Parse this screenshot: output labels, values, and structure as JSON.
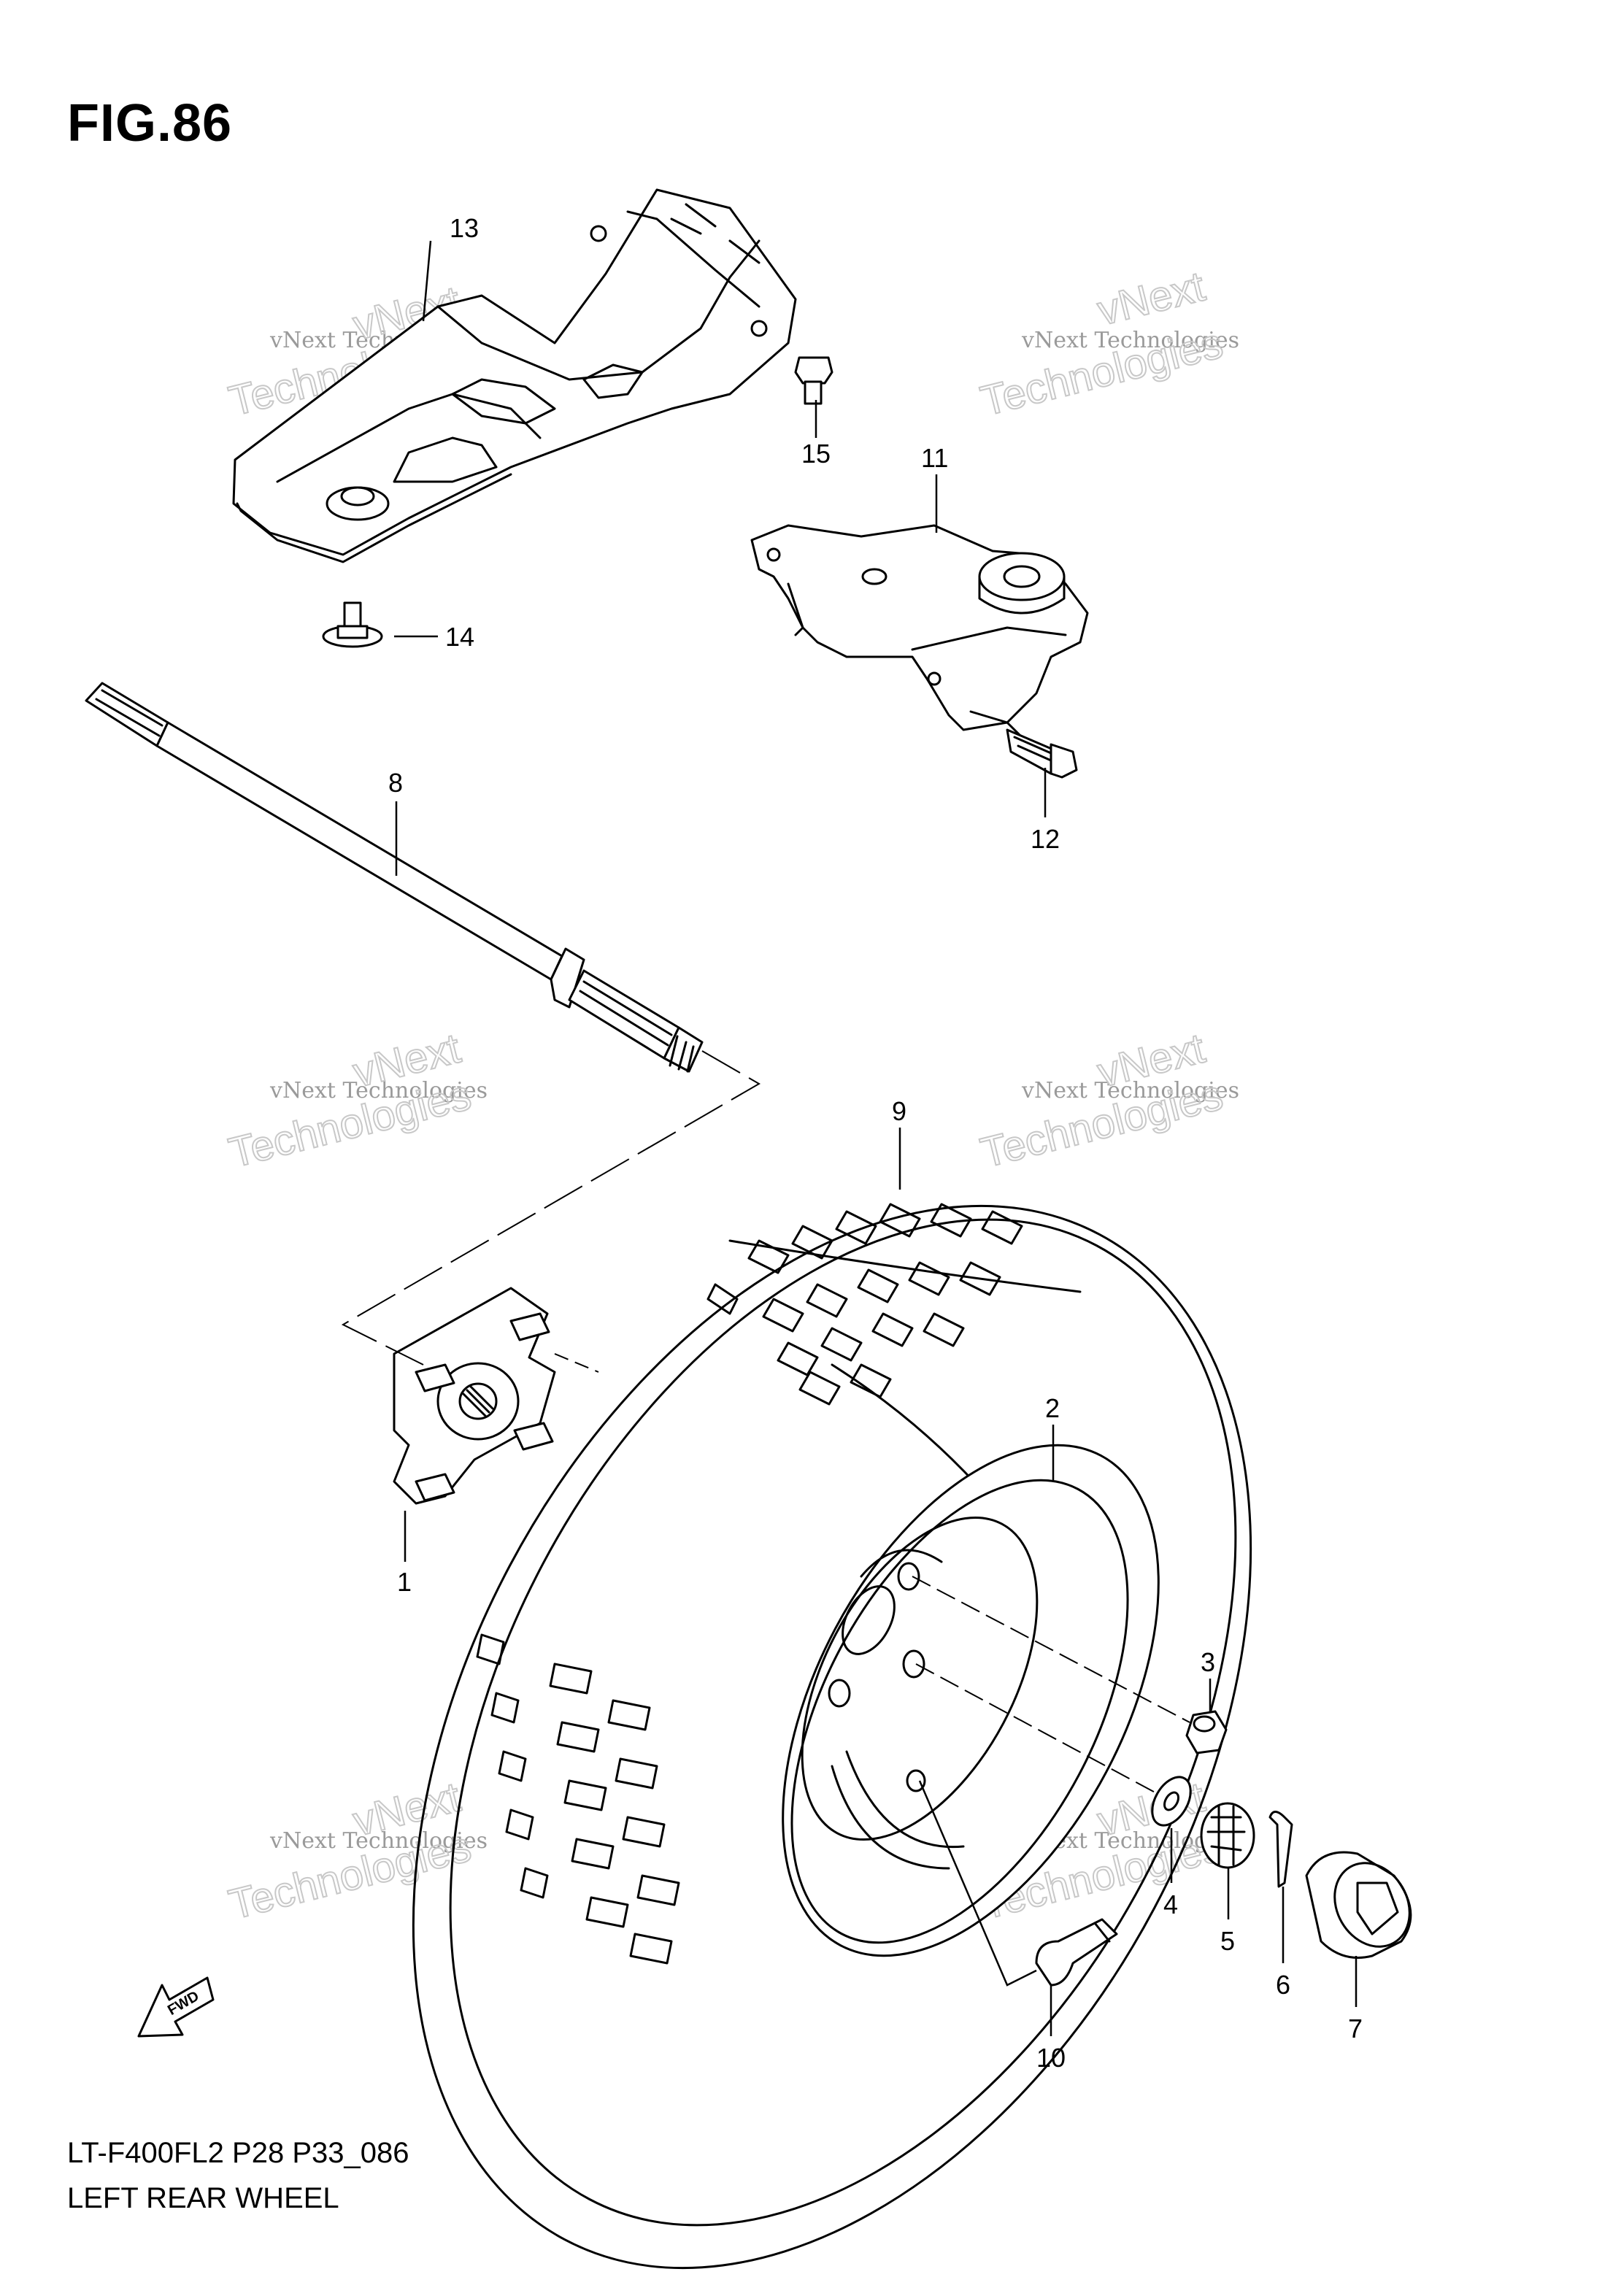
{
  "figure": {
    "title": "FIG.86",
    "model_code": "LT-F400FL2 P28 P33_086",
    "name": "LEFT REAR WHEEL"
  },
  "watermark": {
    "line1": "vNext Technologies",
    "line2": "vNext",
    "line3": "Technologies"
  },
  "fwd_label": "FWD",
  "callouts": [
    "1",
    "2",
    "3",
    "4",
    "5",
    "6",
    "7",
    "8",
    "9",
    "10",
    "11",
    "12",
    "13",
    "14",
    "15"
  ],
  "parts": [
    {
      "ref": "1",
      "icon": "wheel-hub-icon"
    },
    {
      "ref": "2",
      "icon": "rim-icon"
    },
    {
      "ref": "3",
      "icon": "nut-icon"
    },
    {
      "ref": "4",
      "icon": "washer-icon"
    },
    {
      "ref": "5",
      "icon": "castle-nut-icon"
    },
    {
      "ref": "6",
      "icon": "cotter-pin-icon"
    },
    {
      "ref": "7",
      "icon": "hub-cap-icon"
    },
    {
      "ref": "8",
      "icon": "drive-shaft-icon"
    },
    {
      "ref": "9",
      "icon": "tire-icon"
    },
    {
      "ref": "10",
      "icon": "valve-stem-icon"
    },
    {
      "ref": "11",
      "icon": "bracket-icon"
    },
    {
      "ref": "12",
      "icon": "bolt-icon"
    },
    {
      "ref": "13",
      "icon": "skid-plate-icon"
    },
    {
      "ref": "14",
      "icon": "bolt-icon"
    },
    {
      "ref": "15",
      "icon": "bolt-icon"
    }
  ]
}
